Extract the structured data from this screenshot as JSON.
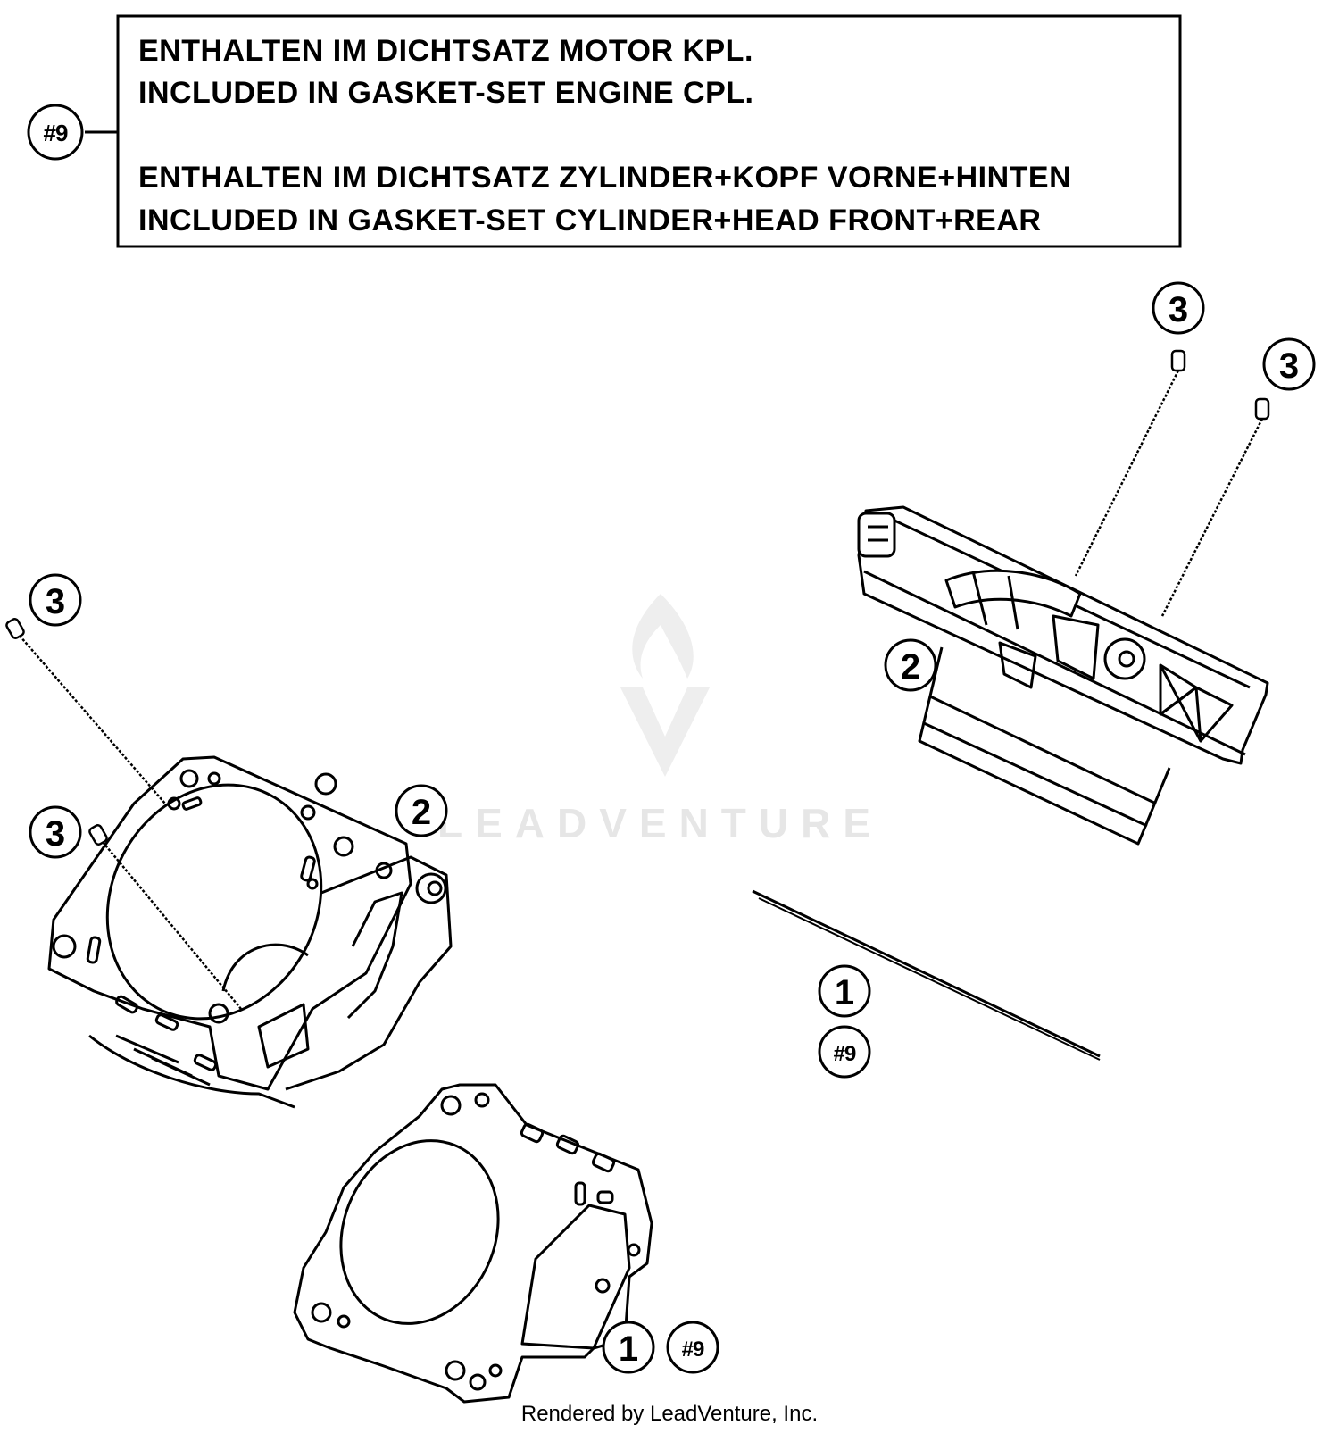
{
  "note_box": {
    "reference_tag": "#9",
    "lines": [
      "ENTHALTEN IM DICHTSATZ MOTOR KPL.",
      "INCLUDED IN GASKET-SET ENGINE CPL.",
      "ENTHALTEN IM DICHTSATZ ZYLINDER+KOPF VORNE+HINTEN",
      "INCLUDED IN GASKET-SET CYLINDER+HEAD FRONT+REAR"
    ]
  },
  "callouts": {
    "dowel_top_a": "3",
    "dowel_top_b": "3",
    "cylinder_right": "2",
    "gasket_thin": "1",
    "gasket_thin_tag": "#9",
    "dowel_left_a": "3",
    "dowel_left_b": "3",
    "cylinder_left": "2",
    "gasket_bottom": "1",
    "gasket_bottom_tag": "#9"
  },
  "watermark": "LEADVENTURE",
  "footer": "Rendered by LeadVenture, Inc."
}
